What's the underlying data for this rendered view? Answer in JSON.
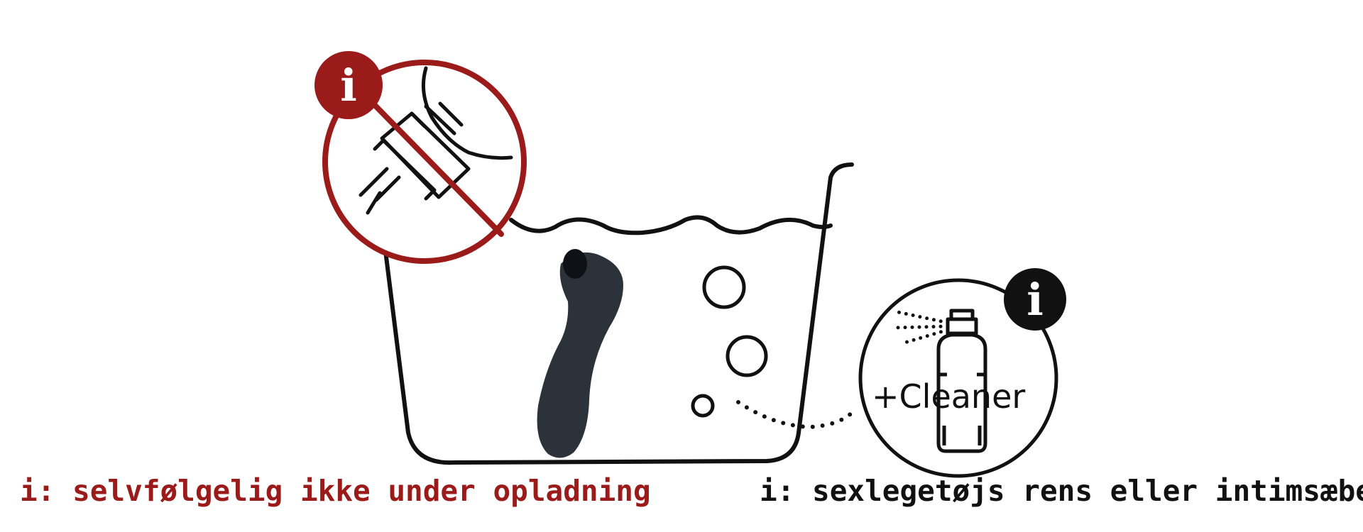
{
  "colors": {
    "warning": "#9b1b1b",
    "ink": "#111111",
    "toy": "#2b323a",
    "background": "#ffffff"
  },
  "icons": {
    "warning_info": "info-icon",
    "cleaner_info": "info-icon",
    "charger": "charger-plug-icon",
    "spray_bottle": "spray-bottle-icon"
  },
  "warning_badge": {
    "glyph": "i"
  },
  "cleaner_badge": {
    "glyph": "i"
  },
  "cleaner_label": "+Cleaner",
  "captions": {
    "left": "i: selvfølgelig ikke under opladning",
    "right": "i: sexlegetøjs rens eller intimsæbe"
  }
}
